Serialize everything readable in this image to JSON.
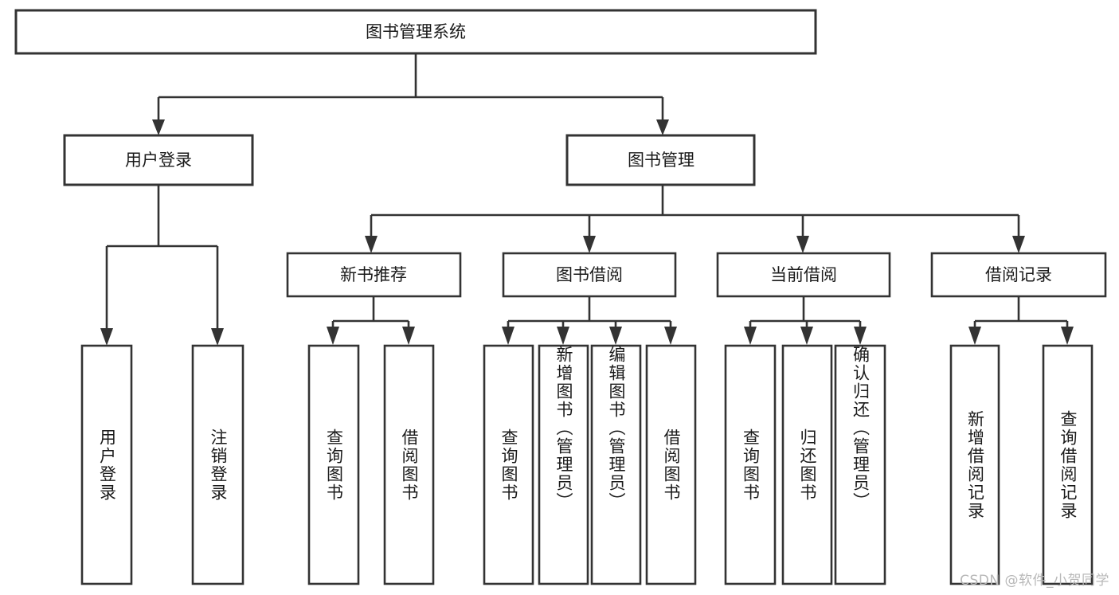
{
  "diagram": {
    "type": "tree",
    "title": "图书管理系统",
    "orientation": "top-down",
    "colors": {
      "box_stroke": "#333333",
      "box_fill": "#ffffff",
      "connector": "#333333",
      "text": "#1a1a1a",
      "watermark": "#b8b8b8",
      "background": "#ffffff"
    },
    "root": {
      "label": "图书管理系统"
    },
    "level2": [
      {
        "label": "用户登录"
      },
      {
        "label": "图书管理"
      }
    ],
    "level3": [
      {
        "label": "新书推荐"
      },
      {
        "label": "图书借阅"
      },
      {
        "label": "当前借阅"
      },
      {
        "label": "借阅记录"
      }
    ],
    "leaves_user_login": [
      {
        "label": "用户登录"
      },
      {
        "label": "注销登录"
      }
    ],
    "leaves_new_book": [
      {
        "label": "查询图书"
      },
      {
        "label": "借阅图书"
      }
    ],
    "leaves_borrow": [
      {
        "label": "查询图书"
      },
      {
        "label": "新增图书（管理员）"
      },
      {
        "label": "编辑图书（管理员）"
      },
      {
        "label": "借阅图书"
      }
    ],
    "leaves_current": [
      {
        "label": "查询图书"
      },
      {
        "label": "归还图书"
      },
      {
        "label": "确认归还（管理员）"
      }
    ],
    "leaves_record": [
      {
        "label": "新增借阅记录"
      },
      {
        "label": "查询借阅记录"
      }
    ],
    "watermark": "CSDN @软件_小贺同学"
  }
}
